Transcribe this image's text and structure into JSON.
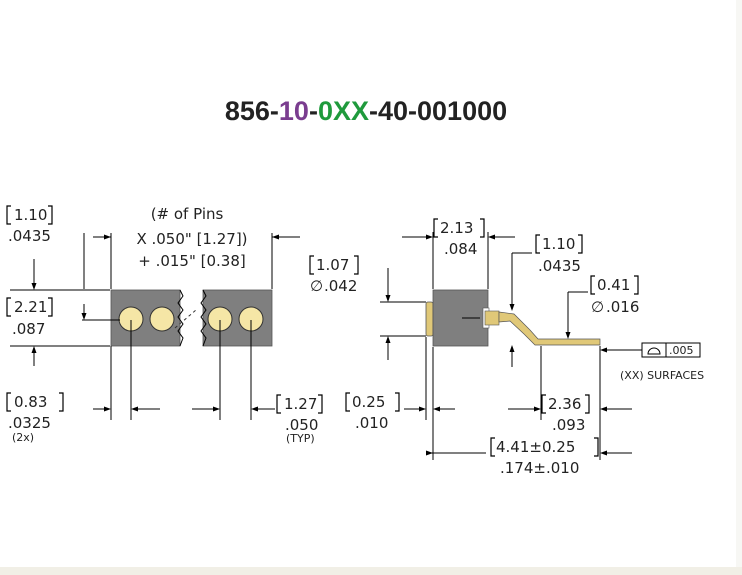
{
  "part_number": {
    "prefix": "856-",
    "pins": "10",
    "dash1": "-",
    "plating": "0XX",
    "suffix": "-40-001000"
  },
  "colors": {
    "pins_code": "#7a3d8f",
    "plating_code": "#1f9a3c",
    "body": "#7f7f7f",
    "contact": "#f5e6a6",
    "pin_metal": "#e0c878",
    "title": "#222222"
  },
  "front_view": {
    "length_formula": [
      "(# of Pins",
      "X .050\" [1.27])",
      "+ .015\" [0.38]"
    ],
    "top_offset": {
      "mm": "1.10",
      "in": ".0435"
    },
    "height": {
      "mm": "2.21",
      "in": ".087"
    },
    "end_offset": {
      "mm": "0.83",
      "in": ".0325",
      "note": "(2x)"
    },
    "pitch": {
      "mm": "1.27",
      "in": ".050",
      "note": "(TYP)"
    }
  },
  "side_view": {
    "body_width": {
      "mm": "2.13",
      "in": ".084"
    },
    "head_dia": {
      "mm": "1.07",
      "in": ".042",
      "symbol": "∅"
    },
    "tail_offset": {
      "mm": "1.10",
      "in": ".0435"
    },
    "tail_dia": {
      "mm": "0.41",
      "in": ".016",
      "symbol": "∅"
    },
    "flange": {
      "mm": "0.25",
      "in": ".010"
    },
    "tail_length": {
      "mm": "2.36",
      "in": ".093"
    },
    "overall": {
      "mm": "4.41±0.25",
      "in": ".174±.010"
    },
    "flatness": {
      "value": ".005",
      "note": "(XX) SURFACES"
    }
  }
}
